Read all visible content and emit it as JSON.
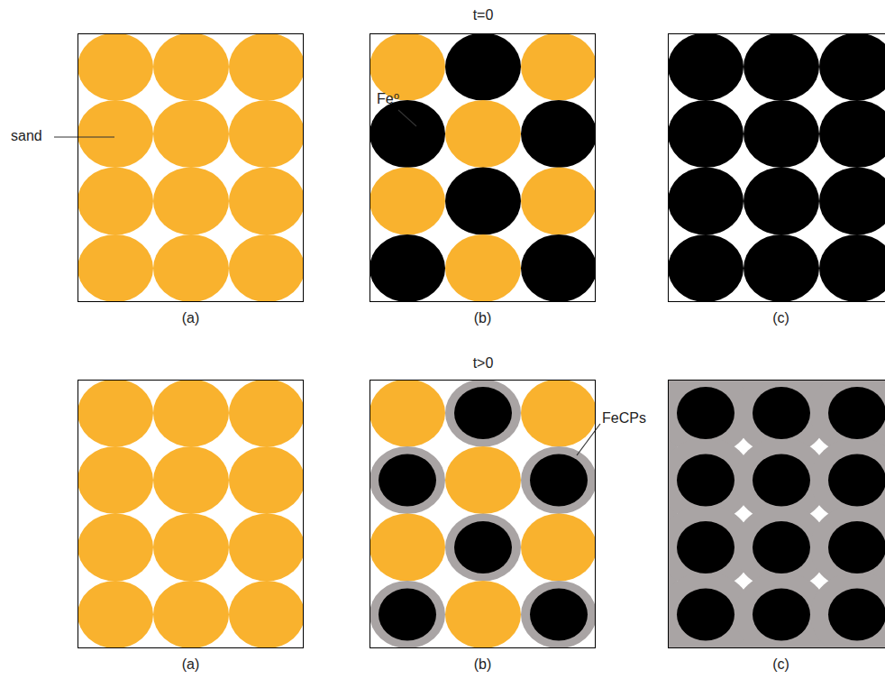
{
  "diagram": {
    "nodes": [
      {
        "text": [
          "(a)"
        ]
      },
      {
        "text": [
          "(b)"
        ]
      },
      {
        "text": [
          "(c)"
        ]
      },
      {
        "text": [
          "(a)"
        ]
      },
      {
        "text": [
          "(b)"
        ]
      },
      {
        "text": [
          "(c)"
        ]
      }
    ],
    "labels": [
      "t=0",
      "sand",
      "Fe⁰",
      "t>0",
      "FeCPs"
    ]
  }
}
